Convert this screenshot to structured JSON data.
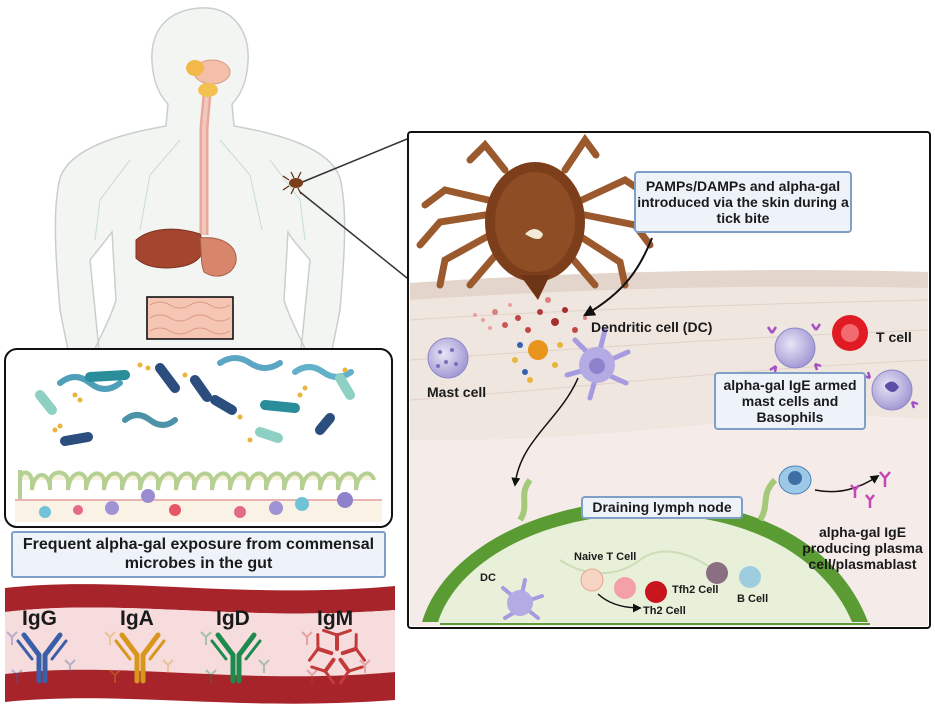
{
  "labels": {
    "tick_box": "PAMPs/DAMPs and alpha-gal introduced via the skin during a tick bite",
    "dendritic_cell": "Dendritic cell (DC)",
    "mast_cell": "Mast cell",
    "t_cell": "T cell",
    "armed_box": "alpha-gal IgE armed mast cells and Basophils",
    "lymph_node_box": "Draining lymph node",
    "plasma_cell": "alpha-gal IgE producing plasma cell/plasmablast",
    "dc": "DC",
    "naive_t": "Naive T Cell",
    "th2": "Th2 Cell",
    "tfh2": "Tfh2 Cell",
    "b_cell": "B Cell",
    "gut_box": "Frequent alpha-gal exposure from commensal microbes in the gut"
  },
  "antibodies": [
    {
      "label": "IgG",
      "color": "#3b5ea8"
    },
    {
      "label": "IgA",
      "color": "#d8961c"
    },
    {
      "label": "IgD",
      "color": "#1e8a4e"
    },
    {
      "label": "IgM",
      "color": "#c23a3a"
    }
  ],
  "colors": {
    "box_border": "#7f9fc6",
    "box_fill": "#eef3fa",
    "vessel_wall": "#a8242b",
    "lymph_node": "#5a9c33",
    "tick_body": "#8a4a22"
  }
}
